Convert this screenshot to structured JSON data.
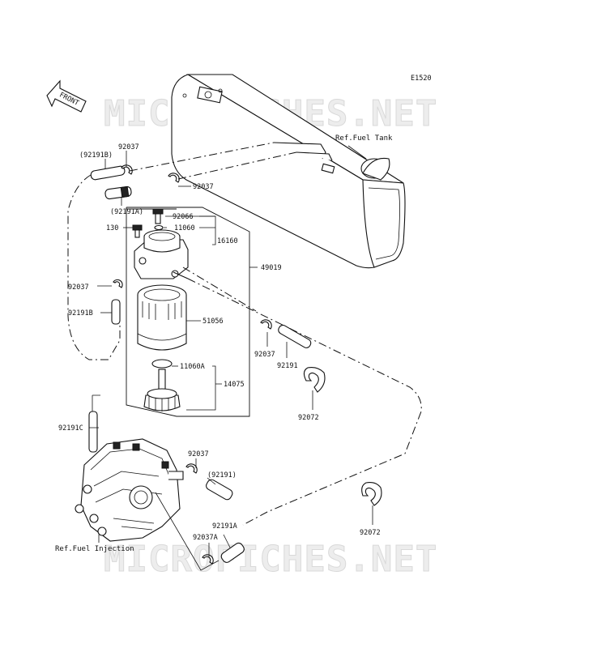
{
  "diagram_id": "E1520",
  "front_label": "FRONT",
  "watermark": "MICROFICHES.NET",
  "references": {
    "fuel_tank": "Ref.Fuel Tank",
    "fuel_injection": "Ref.Fuel Injection"
  },
  "part_labels": {
    "p92191B_paren": "(92191B)",
    "p92037_top": "92037",
    "p92037_mid": "92037",
    "p92191A_paren": "(92191A)",
    "p130": "130",
    "p92066": "92066",
    "p11060": "11060",
    "p16160": "16160",
    "p49019": "49019",
    "p92037_left": "92037",
    "p92191B": "92191B",
    "p51056": "51056",
    "p11060A": "11060A",
    "p14075": "14075",
    "p92037_right": "92037",
    "p92191": "92191",
    "p92072_top": "92072",
    "p92191C": "92191C",
    "p92037_pump": "92037",
    "p92191_paren": "(92191)",
    "p92072_bottom": "92072",
    "p92191A": "92191A",
    "p92037A": "92037A"
  },
  "icons": [
    "front-arrow-icon",
    "fuel-tank",
    "fuel-filter",
    "injection-pump",
    "hose-clamp",
    "fuel-hose"
  ]
}
